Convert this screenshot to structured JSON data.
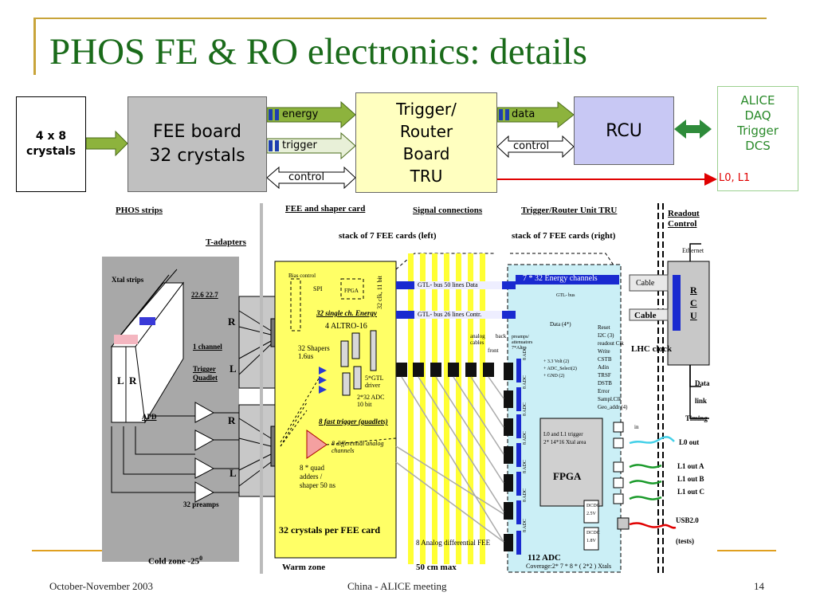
{
  "slide": {
    "title": "PHOS FE & RO electronics: details",
    "footer_left": "October-November 2003",
    "footer_center": "China - ALICE meeting",
    "page_number": "14"
  },
  "top_diagram": {
    "crystals_box": "4 x 8\ncrystals",
    "fee_box": "FEE board\n32 crystals",
    "tru_box": "Trigger/\nRouter\nBoard\nTRU",
    "rcu_box": "RCU",
    "alice_box": "ALICE\nDAQ\nTrigger\nDCS",
    "arrow_energy": "energy",
    "arrow_trigger": "trigger",
    "arrow_control_fee": "control",
    "arrow_data": "data",
    "arrow_control_rcu": "control",
    "l0l1_label": "L0, L1"
  },
  "detail_diagram": {
    "headings": {
      "phos_strips": "PHOS strips",
      "fee_shaper": "FEE and shaper card",
      "signal_connections": "Signal connections",
      "tru": "Trigger/Router Unit TRU",
      "readout_control": "Readout\nControl"
    },
    "labels": {
      "t_adapters": "T-adapters",
      "xtal_strips": "Xtal strips",
      "dim": "22.6 22.7",
      "one_channel": "1 channel",
      "trigger_quadlet": "Trigger\nQuadlet",
      "apd": "APD",
      "preamps": "32 preamps",
      "cold_zone": "Cold zone  -25",
      "cold_zone_sup": "0",
      "r1": "R",
      "l1": "L",
      "r2": "R",
      "l2": "L",
      "strip_l": "L",
      "strip_r": "R",
      "stack_left": "stack of 7 FEE cards (left)",
      "stack_right": "stack of 7 FEE cards (right)",
      "bias_control": "Bias control",
      "spi": "SPI",
      "fpga_small": "FPGA",
      "single_ch_energy": "32 single ch. Energy",
      "altro": "4  ALTRO-16",
      "shapers": "32 Shapers\n1.6us",
      "gtl_driver": "5*GTL\ndriver",
      "adc_32": "2*32 ADC\n10 bit",
      "fast_trigger": "8  fast trigger (quadlets)",
      "diff_analog": "8 differential analog\nchannels",
      "quad_adders": "8 *  quad\nadders /\nshaper 50 ns",
      "crystals_per_fee": "32 crystals  per FEE card",
      "warm_zone": "Warm zone",
      "clk_bit": "32 clk, 11 bit",
      "gtl_50": "GTL- bus  50 lines Data",
      "gtl_26": "GTL- bus  26 lines Contr.",
      "analog_cables": "analog\ncables",
      "back": "back",
      "front": "front",
      "preamps_att": "preamps/\nattenuators\n7*Altro",
      "analog_diff": "8 Analog differential FEE",
      "fifty_cm": "50 cm max",
      "energy_channels": "7 * 32 Energy channels",
      "gtl_bus": "GTL- bus",
      "data_4": "Data (4*)",
      "volt": "+ 3.3 Volt (2)\n+ ADC_Select(2)\n+ GND (2)",
      "reset_list": "Reset\nI2C (3)\nreadout Clk\nWrite\nCSTB\nAdin\nTRSF\nDSTB\nError\nSampl.Clk\nGeo_addr (4)",
      "l0l1_trigger": "L0 and L1 trigger\n2* 14*16 Xtal area",
      "fpga_big": "FPGA",
      "dcdc1": "DCDC\n2.5V",
      "dcdc2": "DCDC\n1.8V",
      "adc_112": "112 ADC",
      "coverage": "Coverage:2* 7 * 8 *  ( 2*2 ) Xtals",
      "cable1": "Cable",
      "cable2": "Cable",
      "lhc_clock": "LHC clock",
      "ethernet": "Ethernet",
      "rcu_vert": "R\nC\nU",
      "data_link": "Data\nlink",
      "timing": "Timing",
      "l0_out": "L0 out",
      "l1_out_a": "L1 out A",
      "l1_out_b": "L1 out B",
      "l1_out_c": "L1 out C",
      "usb": "USB2.0",
      "tests": "(tests)",
      "adc_cell": "8 ADC",
      "in": "in"
    }
  }
}
